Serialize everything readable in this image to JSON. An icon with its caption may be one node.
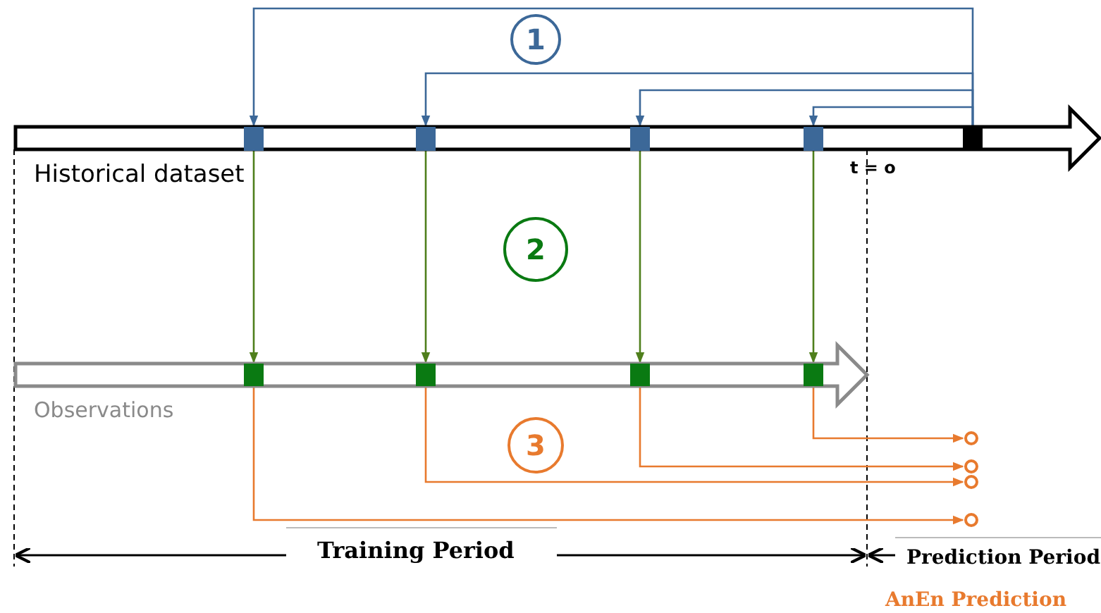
{
  "diagram": {
    "nodes": [
      {
        "text": [],
        "shape": "arrow",
        "beside": [
          "Historical dataset"
        ]
      },
      {
        "text": [],
        "shape": "box",
        "in": 0
      },
      {
        "text": [],
        "shape": "box",
        "in": 0
      },
      {
        "text": [],
        "shape": "box",
        "in": 0
      },
      {
        "text": [],
        "shape": "box",
        "in": 0
      },
      {
        "text": [],
        "shape": "box",
        "in": 0
      },
      {
        "text": [],
        "shape": "arrow",
        "beside": [
          "Observations"
        ]
      },
      {
        "text": [],
        "shape": "box",
        "in": 6
      },
      {
        "text": [],
        "shape": "box",
        "in": 6
      },
      {
        "text": [],
        "shape": "box",
        "in": 6
      },
      {
        "text": [],
        "shape": "box",
        "in": 6
      },
      {
        "text": [],
        "shape": "circle"
      },
      {
        "text": [],
        "shape": "circle"
      },
      {
        "text": [],
        "shape": "circle"
      },
      {
        "text": [],
        "shape": "circle"
      },
      {
        "text": [
          "1"
        ]
      },
      {
        "text": [
          "2"
        ]
      },
      {
        "text": [
          "3"
        ]
      }
    ],
    "edges": [
      {
        "from": 5,
        "to": 1,
        "arrow": "to",
        "color": "#3c6898"
      },
      {
        "from": 5,
        "to": 2,
        "arrow": "to",
        "color": "#3c6898"
      },
      {
        "from": 5,
        "to": 3,
        "arrow": "to",
        "color": "#3c6898"
      },
      {
        "from": 5,
        "to": 4,
        "arrow": "to",
        "color": "#3c6898"
      },
      {
        "from": 1,
        "to": 7,
        "arrow": "to",
        "color": "#4f7f1c"
      },
      {
        "from": 2,
        "to": 8,
        "arrow": "to",
        "color": "#4f7f1c"
      },
      {
        "from": 3,
        "to": 9,
        "arrow": "to",
        "color": "#4f7f1c"
      },
      {
        "from": 4,
        "to": 10,
        "arrow": "to",
        "color": "#4f7f1c"
      },
      {
        "from": 10,
        "to": 11,
        "arrow": "to",
        "color": "#e87a2e"
      },
      {
        "from": 9,
        "to": 12,
        "arrow": "to",
        "color": "#e87a2e"
      },
      {
        "from": 8,
        "to": 13,
        "arrow": "to",
        "color": "#e87a2e"
      },
      {
        "from": 7,
        "to": 14,
        "arrow": "to",
        "color": "#e87a2e"
      }
    ],
    "labels": [
      "t = o",
      "Training Period",
      "Prediction Period",
      "AnEn Prediction"
    ]
  }
}
